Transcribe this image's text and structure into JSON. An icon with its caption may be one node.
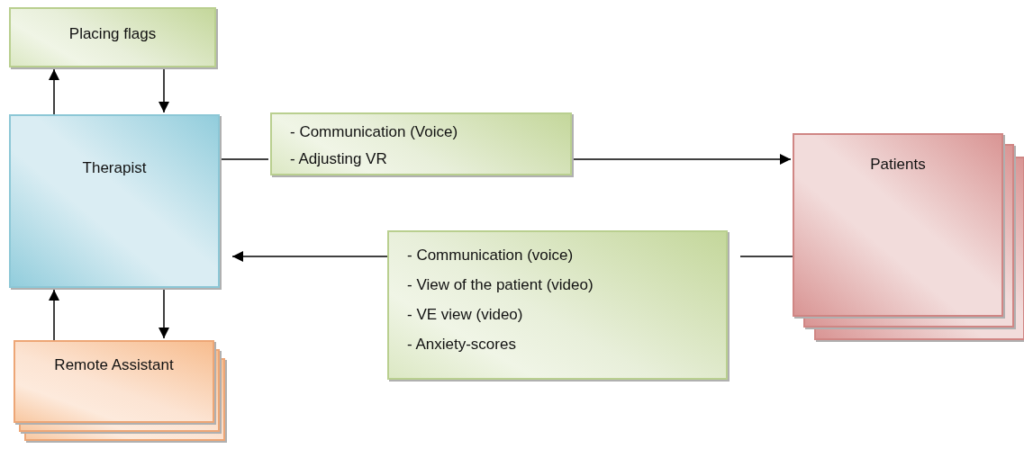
{
  "diagram": {
    "nodes": [
      {
        "text": [
          "Placing flags"
        ]
      },
      {
        "text": [
          "Therapist"
        ]
      },
      {
        "text": [
          "Remote Assistant"
        ]
      },
      {
        "text": [
          "- Communication (Voice)",
          "- Adjusting VR"
        ]
      },
      {
        "text": [
          "Patients"
        ]
      },
      {
        "text": [
          "- Communication (voice)",
          "- View of the patient (video)",
          "- VE view (video)",
          "- Anxiety-scores"
        ]
      }
    ],
    "edges": [
      {
        "from": 1,
        "to": 0,
        "arrow": "to"
      },
      {
        "from": 0,
        "to": 1,
        "arrow": "to"
      },
      {
        "from": 1,
        "to": 2,
        "arrow": "to"
      },
      {
        "from": 2,
        "to": 1,
        "arrow": "to"
      },
      {
        "from": 1,
        "to": 3,
        "arrow": "none"
      },
      {
        "from": 3,
        "to": 4,
        "arrow": "to"
      },
      {
        "from": 4,
        "to": 5,
        "arrow": "none"
      },
      {
        "from": 5,
        "to": 1,
        "arrow": "to"
      }
    ]
  }
}
